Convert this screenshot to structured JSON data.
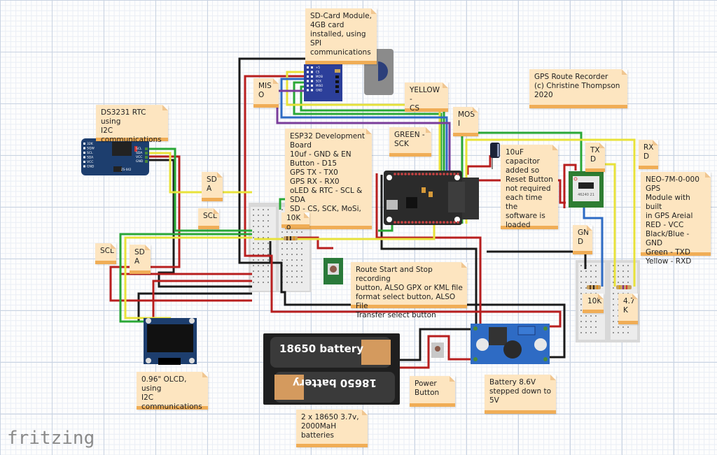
{
  "app": {
    "name": "fritzing"
  },
  "title_note": "GPS Route Recorder\n(c) Christine Thompson\n2020",
  "notes": {
    "sd_card": "SD-Card Module,\n4GB card\ninstalled, using\nSPI\ncommunications",
    "miso": "MIS\nO",
    "yellow_cs": "YELLOW -\nCS",
    "mosi": "MOS\nI",
    "green_sck": "GREEN -\nSCK",
    "rtc": "DS3231 RTC using\nI2C\ncommunications",
    "esp32": "ESP32 Development\nBoard\n10uf - GND & EN\nButton - D15\nGPS TX - TX0\nGPS RX - RX0\noLED & RTC - SCL &\nSDA\nSD - CS, SCK, MoSi, &",
    "resistor_10k_small": "10K  o",
    "capacitor": "10uF\ncapacitor\nadded so\nReset Button\nnot required\neach time the\nsoftware is\nloaded",
    "txd": "TX\nD",
    "rxd": "RX\nD",
    "gps": "NEO-7M-0-000\nGPS\nModule with built\nin GPS Areial\nRED - VCC\nBlack/Blue - GND\nGreen - TXD\nYellow - RXD",
    "gnd": "GN\nD",
    "sda_top": "SD\nA",
    "scl_top": "SCL",
    "scl_left": "SCL",
    "sda_left": "SD\nA",
    "button": "Route Start and Stop recording\nbutton, ALSO GPX or KML file\nformat select button, ALSO File\nTransfer select button",
    "res_10k": "10K",
    "res_4k7": "4.7\nK",
    "oled": "0.96\" OLCD, using\nI2C\ncommunications",
    "batteries": "2 x 18650 3.7v,\n2000MaH\nbatteries",
    "power_button": "Power\nButton",
    "stepdown": "Battery 8.6V\nstepped down to\n5V"
  },
  "components": {
    "battery_1_label": "18650 battery",
    "battery_2_label": "18650 battery",
    "sd_pins": [
      "+5",
      "CS",
      "MOSI",
      "SCK",
      "MISO",
      "GND"
    ],
    "rtc_left_pins": [
      "32K",
      "SQW",
      "SCL",
      "SDA",
      "VCC",
      "GND"
    ],
    "rtc_right_pins": [
      "SCL",
      "SDA",
      "VCC",
      "GND"
    ],
    "rtc_chip": "ZS-042",
    "gps_chip": "46240 21"
  },
  "colors": {
    "red_wire": "#b81e1e",
    "black_wire": "#1a1a1a",
    "green_wire": "#2aa836",
    "yellow_wire": "#e8e23a",
    "blue_wire": "#2e6bc4",
    "purple_wire": "#7a3d9a",
    "note_bg": "#fde5c0",
    "note_bar": "#f0ad56"
  }
}
